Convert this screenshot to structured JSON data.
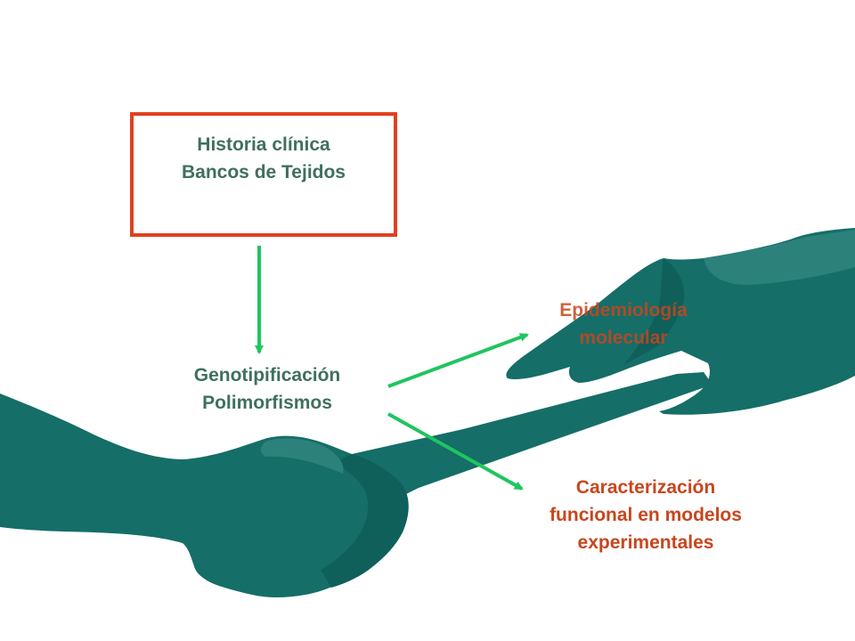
{
  "colors": {
    "hand": "#156e68",
    "hand_shadow": "#0f5f5a",
    "hand_highlight": "#2d817b",
    "box_border": "#e0401f",
    "arrow": "#1fc55f",
    "label_green": "#3f6f60",
    "label_orange": "#c8461d"
  },
  "box": {
    "line1": "Historia clínica",
    "line2": "Bancos de Tejidos"
  },
  "geno": {
    "line1": "Genotipificación",
    "line2": "Polimorfismos"
  },
  "epi": {
    "line1": "Epidemiología",
    "line2": "molecular"
  },
  "carac": {
    "line1": "Caracterización",
    "line2": "funcional en modelos",
    "line3": "experimentales"
  },
  "icons": {
    "background": "handshake-hands-illustration",
    "connectors": "arrow-right-icon"
  }
}
